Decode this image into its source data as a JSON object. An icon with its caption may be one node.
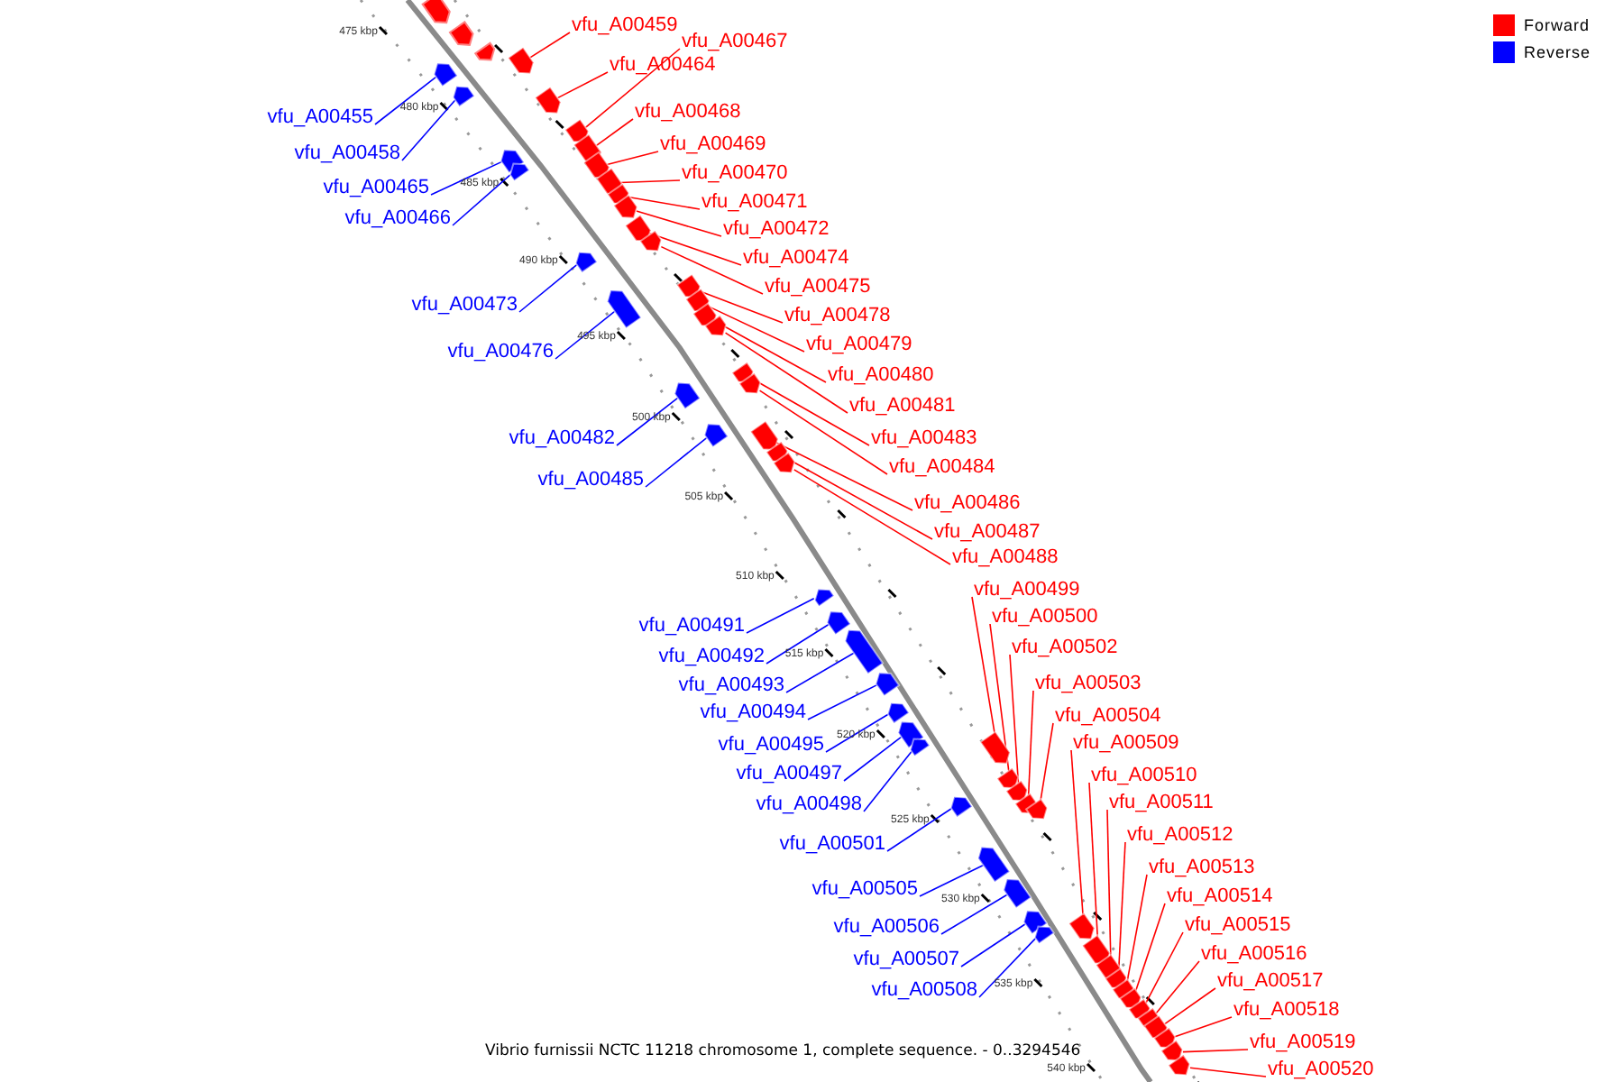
{
  "diagram": {
    "caption": "Vibrio furnissii NCTC 11218 chromosome 1, complete sequence. - 0..3294546",
    "nodes": [
      {
        "text": [
          "vfu_A00459"
        ]
      },
      {
        "text": [],
        "shape": "arrow"
      },
      {
        "text": [
          "vfu_A00467"
        ]
      },
      {
        "text": [],
        "shape": "arrow"
      },
      {
        "text": [
          "vfu_A00464"
        ]
      },
      {
        "text": [],
        "shape": "arrow"
      },
      {
        "text": [
          "vfu_A00468"
        ]
      },
      {
        "text": [],
        "shape": "arrow"
      },
      {
        "text": [
          "vfu_A00455"
        ]
      },
      {
        "text": [],
        "shape": "arrow"
      },
      {
        "text": [
          "vfu_A00469"
        ]
      },
      {
        "text": [],
        "shape": "arrow"
      },
      {
        "text": [
          "vfu_A00458"
        ]
      },
      {
        "text": [],
        "shape": "arrow"
      },
      {
        "text": [
          "vfu_A00470"
        ]
      },
      {
        "text": [],
        "shape": "arrow"
      },
      {
        "text": [
          "vfu_A00465"
        ]
      },
      {
        "text": [],
        "shape": "arrow"
      },
      {
        "text": [
          "vfu_A00471"
        ]
      },
      {
        "text": [],
        "shape": "arrow"
      },
      {
        "text": [
          "vfu_A00466"
        ]
      },
      {
        "text": [],
        "shape": "arrow"
      },
      {
        "text": [
          "vfu_A00472"
        ]
      },
      {
        "text": [],
        "shape": "arrow"
      },
      {
        "text": [
          "vfu_A00474"
        ]
      },
      {
        "text": [],
        "shape": "arrow"
      },
      {
        "text": [
          "vfu_A00475"
        ]
      },
      {
        "text": [],
        "shape": "arrow"
      },
      {
        "text": [
          "vfu_A00473"
        ]
      },
      {
        "text": [],
        "shape": "arrow"
      },
      {
        "text": [
          "vfu_A00478"
        ]
      },
      {
        "text": [],
        "shape": "arrow"
      },
      {
        "text": [
          "vfu_A00479"
        ]
      },
      {
        "text": [],
        "shape": "arrow"
      },
      {
        "text": [
          "vfu_A00476"
        ]
      },
      {
        "text": [],
        "shape": "arrow"
      },
      {
        "text": [
          "vfu_A00480"
        ]
      },
      {
        "text": [],
        "shape": "arrow"
      },
      {
        "text": [
          "vfu_A00481"
        ]
      },
      {
        "text": [],
        "shape": "arrow"
      },
      {
        "text": [
          "vfu_A00482"
        ]
      },
      {
        "text": [],
        "shape": "arrow"
      },
      {
        "text": [
          "vfu_A00483"
        ]
      },
      {
        "text": [],
        "shape": "arrow"
      },
      {
        "text": [
          "vfu_A00484"
        ]
      },
      {
        "text": [],
        "shape": "arrow"
      },
      {
        "text": [
          "vfu_A00485"
        ]
      },
      {
        "text": [],
        "shape": "arrow"
      },
      {
        "text": [
          "vfu_A00486"
        ]
      },
      {
        "text": [],
        "shape": "arrow"
      },
      {
        "text": [
          "vfu_A00487"
        ]
      },
      {
        "text": [],
        "shape": "arrow"
      },
      {
        "text": [
          "vfu_A00488"
        ]
      },
      {
        "text": [],
        "shape": "arrow"
      },
      {
        "text": [
          "vfu_A00499"
        ]
      },
      {
        "text": [],
        "shape": "arrow"
      },
      {
        "text": [
          "vfu_A00500"
        ]
      },
      {
        "text": [],
        "shape": "arrow"
      },
      {
        "text": [
          "vfu_A00491"
        ]
      },
      {
        "text": [],
        "shape": "arrow"
      },
      {
        "text": [
          "vfu_A00502"
        ]
      },
      {
        "text": [],
        "shape": "arrow"
      },
      {
        "text": [
          "vfu_A00492"
        ]
      },
      {
        "text": [],
        "shape": "arrow"
      },
      {
        "text": [
          "vfu_A00503"
        ]
      },
      {
        "text": [],
        "shape": "arrow"
      },
      {
        "text": [
          "vfu_A00493"
        ]
      },
      {
        "text": [],
        "shape": "arrow"
      },
      {
        "text": [
          "vfu_A00494"
        ]
      },
      {
        "text": [],
        "shape": "arrow"
      },
      {
        "text": [
          "vfu_A00504"
        ]
      },
      {
        "text": [],
        "shape": "arrow"
      },
      {
        "text": [
          "vfu_A00509"
        ]
      },
      {
        "text": [],
        "shape": "arrow"
      },
      {
        "text": [
          "vfu_A00495"
        ]
      },
      {
        "text": [],
        "shape": "arrow"
      },
      {
        "text": [
          "vfu_A00497"
        ]
      },
      {
        "text": [],
        "shape": "arrow"
      },
      {
        "text": [
          "vfu_A00510"
        ]
      },
      {
        "text": [],
        "shape": "arrow"
      },
      {
        "text": [
          "vfu_A00511"
        ]
      },
      {
        "text": [],
        "shape": "arrow"
      },
      {
        "text": [
          "vfu_A00498"
        ]
      },
      {
        "text": [],
        "shape": "arrow"
      },
      {
        "text": [
          "vfu_A00512"
        ]
      },
      {
        "text": [],
        "shape": "arrow"
      },
      {
        "text": [
          "vfu_A00501"
        ]
      },
      {
        "text": [],
        "shape": "arrow"
      },
      {
        "text": [
          "vfu_A00513"
        ]
      },
      {
        "text": [],
        "shape": "arrow"
      },
      {
        "text": [
          "vfu_A00505"
        ]
      },
      {
        "text": [],
        "shape": "arrow"
      },
      {
        "text": [
          "vfu_A00514"
        ]
      },
      {
        "text": [],
        "shape": "arrow"
      },
      {
        "text": [
          "vfu_A00515"
        ]
      },
      {
        "text": [],
        "shape": "arrow"
      },
      {
        "text": [
          "vfu_A00506"
        ]
      },
      {
        "text": [],
        "shape": "arrow"
      },
      {
        "text": [
          "vfu_A00516"
        ]
      },
      {
        "text": [],
        "shape": "arrow"
      },
      {
        "text": [
          "vfu_A00507"
        ]
      },
      {
        "text": [],
        "shape": "arrow"
      },
      {
        "text": [
          "vfu_A00517"
        ]
      },
      {
        "text": [],
        "shape": "arrow"
      },
      {
        "text": [
          "vfu_A00508"
        ]
      },
      {
        "text": [],
        "shape": "arrow"
      },
      {
        "text": [
          "vfu_A00518"
        ]
      },
      {
        "text": [],
        "shape": "arrow"
      },
      {
        "text": [
          "vfu_A00519"
        ]
      },
      {
        "text": [],
        "shape": "arrow"
      },
      {
        "text": [
          "vfu_A00520"
        ]
      },
      {
        "text": [],
        "shape": "arrow"
      }
    ],
    "edges": [
      {
        "from": 0,
        "to": 1,
        "arrow": "none"
      },
      {
        "from": 2,
        "to": 3,
        "arrow": "none"
      },
      {
        "from": 4,
        "to": 5,
        "arrow": "none"
      },
      {
        "from": 6,
        "to": 7,
        "arrow": "none"
      },
      {
        "from": 8,
        "to": 9,
        "arrow": "none",
        "color": "#0000ff"
      },
      {
        "from": 10,
        "to": 11,
        "arrow": "none"
      },
      {
        "from": 12,
        "to": 13,
        "arrow": "none",
        "color": "#0000ff"
      },
      {
        "from": 14,
        "to": 15,
        "arrow": "none"
      },
      {
        "from": 16,
        "to": 17,
        "arrow": "none",
        "color": "#0000ff"
      },
      {
        "from": 18,
        "to": 19,
        "arrow": "none"
      },
      {
        "from": 20,
        "to": 21,
        "arrow": "none",
        "color": "#0000ff"
      },
      {
        "from": 22,
        "to": 23,
        "arrow": "none"
      },
      {
        "from": 24,
        "to": 25,
        "arrow": "none"
      },
      {
        "from": 26,
        "to": 27,
        "arrow": "none"
      },
      {
        "from": 28,
        "to": 29,
        "arrow": "none",
        "color": "#0000ff"
      },
      {
        "from": 30,
        "to": 31,
        "arrow": "none"
      },
      {
        "from": 32,
        "to": 33,
        "arrow": "none"
      },
      {
        "from": 34,
        "to": 35,
        "arrow": "none",
        "color": "#0000ff"
      },
      {
        "from": 36,
        "to": 37,
        "arrow": "none"
      },
      {
        "from": 38,
        "to": 39,
        "arrow": "none"
      },
      {
        "from": 40,
        "to": 41,
        "arrow": "none",
        "color": "#0000ff"
      },
      {
        "from": 42,
        "to": 43,
        "arrow": "none"
      },
      {
        "from": 44,
        "to": 45,
        "arrow": "none"
      },
      {
        "from": 46,
        "to": 47,
        "arrow": "none",
        "color": "#0000ff"
      },
      {
        "from": 48,
        "to": 49,
        "arrow": "none"
      },
      {
        "from": 50,
        "to": 51,
        "arrow": "none"
      },
      {
        "from": 52,
        "to": 53,
        "arrow": "none"
      },
      {
        "from": 54,
        "to": 55,
        "arrow": "none"
      },
      {
        "from": 56,
        "to": 57,
        "arrow": "none"
      },
      {
        "from": 58,
        "to": 59,
        "arrow": "none",
        "color": "#0000ff"
      },
      {
        "from": 60,
        "to": 61,
        "arrow": "none"
      },
      {
        "from": 62,
        "to": 63,
        "arrow": "none",
        "color": "#0000ff"
      },
      {
        "from": 64,
        "to": 65,
        "arrow": "none"
      },
      {
        "from": 66,
        "to": 67,
        "arrow": "none",
        "color": "#0000ff"
      },
      {
        "from": 68,
        "to": 69,
        "arrow": "none",
        "color": "#0000ff"
      },
      {
        "from": 70,
        "to": 71,
        "arrow": "none"
      },
      {
        "from": 72,
        "to": 73,
        "arrow": "none"
      },
      {
        "from": 74,
        "to": 75,
        "arrow": "none",
        "color": "#0000ff"
      },
      {
        "from": 76,
        "to": 77,
        "arrow": "none",
        "color": "#0000ff"
      },
      {
        "from": 78,
        "to": 79,
        "arrow": "none"
      },
      {
        "from": 80,
        "to": 81,
        "arrow": "none"
      },
      {
        "from": 82,
        "to": 83,
        "arrow": "none",
        "color": "#0000ff"
      },
      {
        "from": 84,
        "to": 85,
        "arrow": "none"
      },
      {
        "from": 86,
        "to": 87,
        "arrow": "none",
        "color": "#0000ff"
      },
      {
        "from": 88,
        "to": 89,
        "arrow": "none"
      },
      {
        "from": 90,
        "to": 91,
        "arrow": "none",
        "color": "#0000ff"
      },
      {
        "from": 92,
        "to": 93,
        "arrow": "none"
      },
      {
        "from": 94,
        "to": 95,
        "arrow": "none"
      },
      {
        "from": 96,
        "to": 97,
        "arrow": "none",
        "color": "#0000ff"
      },
      {
        "from": 98,
        "to": 99,
        "arrow": "none"
      },
      {
        "from": 100,
        "to": 101,
        "arrow": "none",
        "color": "#0000ff"
      },
      {
        "from": 102,
        "to": 103,
        "arrow": "none"
      },
      {
        "from": 104,
        "to": 105,
        "arrow": "none",
        "color": "#0000ff"
      },
      {
        "from": 106,
        "to": 107,
        "arrow": "none"
      },
      {
        "from": 108,
        "to": 109,
        "arrow": "none"
      },
      {
        "from": 110,
        "to": 111,
        "arrow": "none"
      }
    ],
    "labels": [
      "475 kbp",
      "480 kbp",
      "485 kbp",
      "490 kbp",
      "495 kbp",
      "500 kbp",
      "505 kbp",
      "510 kbp",
      "515 kbp",
      "520 kbp",
      "525 kbp",
      "530 kbp",
      "535 kbp",
      "540 kbp"
    ],
    "legend": [
      {
        "text": "Forward",
        "color": "#ff0000"
      },
      {
        "text": "Reverse",
        "color": "#0000ff"
      }
    ]
  }
}
